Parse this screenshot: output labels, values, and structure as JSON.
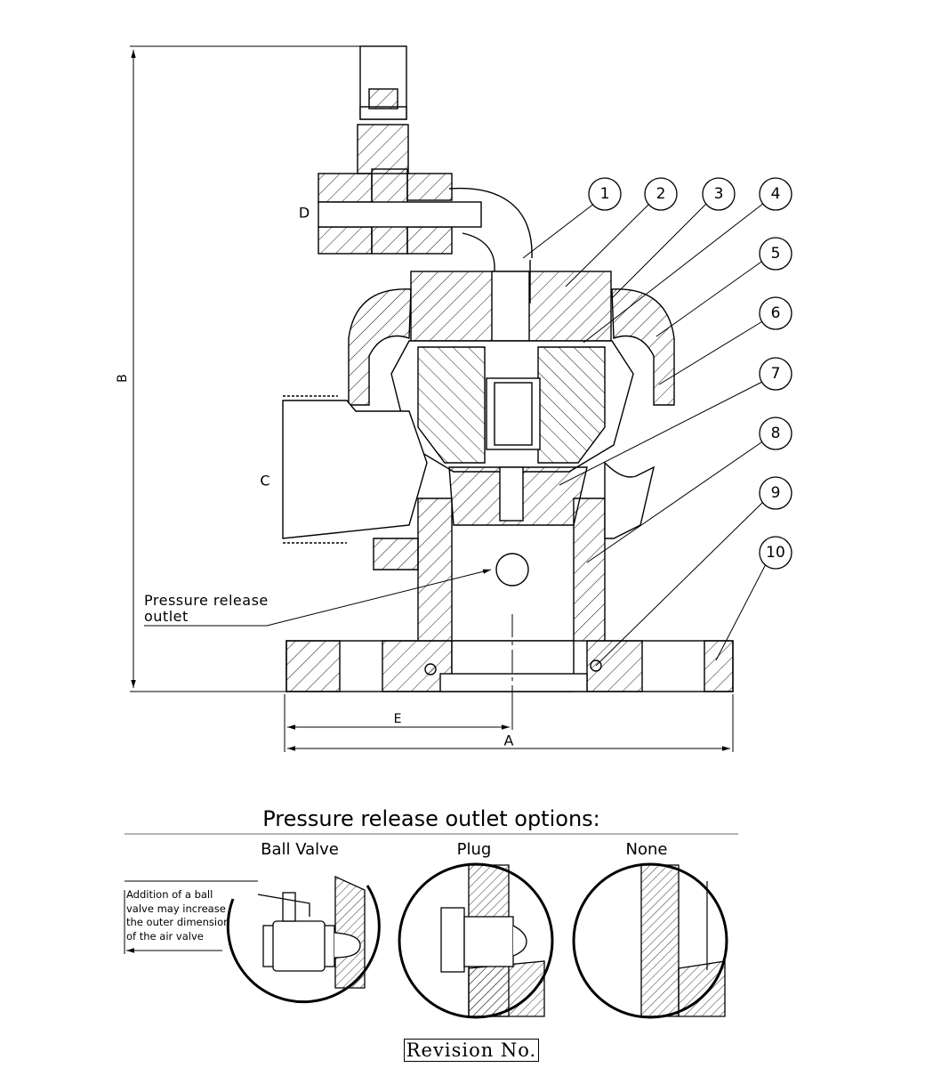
{
  "callouts": [
    "1",
    "2",
    "3",
    "4",
    "5",
    "6",
    "7",
    "8",
    "9",
    "10"
  ],
  "dimensions": {
    "a": "A",
    "b": "B",
    "c": "C",
    "d": "D",
    "e": "E"
  },
  "pressure_release_label_line1": "Pressure release",
  "pressure_release_label_line2": "outlet",
  "options": {
    "title": "Pressure release outlet options:",
    "ball_valve": "Ball Valve",
    "plug": "Plug",
    "none": "None",
    "ball_valve_note": "Addition of a ball valve may increase the outer dimension of the air valve"
  },
  "revision_label": "Revision No."
}
